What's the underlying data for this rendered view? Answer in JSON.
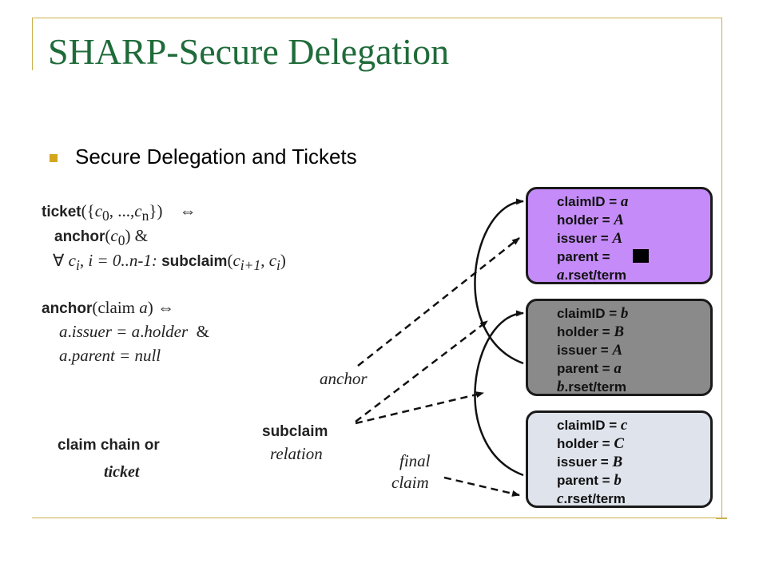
{
  "slide": {
    "title": "SHARP-Secure Delegation",
    "bullet": "Secure Delegation and Tickets"
  },
  "colors": {
    "title": "#1f6b3a",
    "bullet": "#d4a61c",
    "frame": "#c9b04a",
    "claim_a_fill": "#c58cf9",
    "claim_b_fill": "#8a8a8a",
    "claim_c_fill": "#dfe3ec"
  },
  "diagram": {
    "labels": {
      "anchor": "anchor",
      "subclaim": "subclaim",
      "relation": "relation",
      "final": "final",
      "claim": "claim",
      "chain_line1": "claim chain or",
      "chain_line2": "ticket"
    },
    "claims": [
      {
        "id_label": "claimID = ",
        "id": "a",
        "holder_label": "holder = ",
        "holder": "A",
        "issuer_label": "issuer = ",
        "issuer": "A",
        "parent_label": "parent = ",
        "parent": "",
        "rset_prefix": "a",
        "rset": ".rset/term"
      },
      {
        "id_label": "claimID = ",
        "id": "b",
        "holder_label": "holder = ",
        "holder": "B",
        "issuer_label": "issuer = ",
        "issuer": "A",
        "parent_label": "parent = ",
        "parent": "a",
        "rset_prefix": "b",
        "rset": ".rset/term"
      },
      {
        "id_label": "claimID = ",
        "id": "c",
        "holder_label": "holder = ",
        "holder": "C",
        "issuer_label": "issuer = ",
        "issuer": "B",
        "parent_label": "parent = ",
        "parent": "b",
        "rset_prefix": "c",
        "rset": ".rset/term"
      }
    ]
  }
}
